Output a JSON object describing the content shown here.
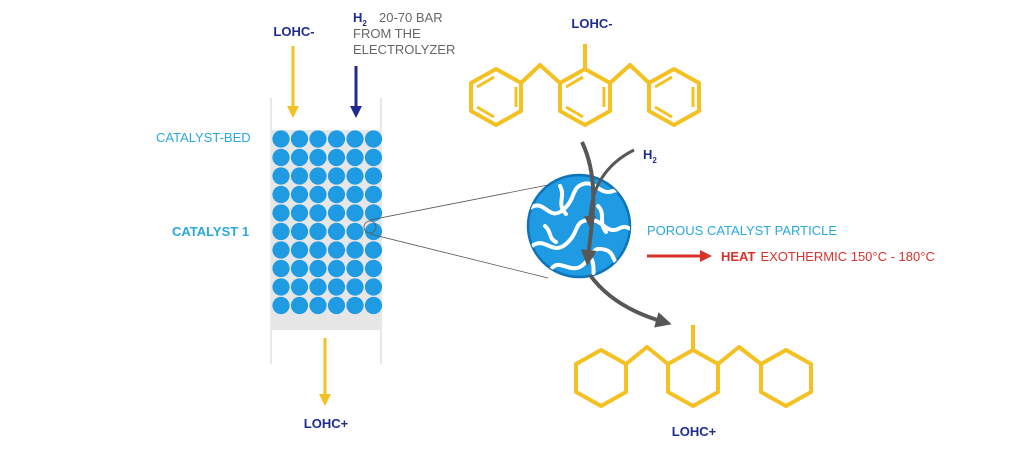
{
  "colors": {
    "yellow": "#F5C022",
    "navy": "#1F2C8F",
    "blue": "#1E9BE3",
    "blue_dark": "#0E73B8",
    "gray": "#575757",
    "light_gray": "#E6E6E6",
    "red": "#D9322B",
    "text_gray": "#666666",
    "cyan_text": "#29A8E0"
  },
  "reactor": {
    "inlet_lohc": "LOHC-",
    "h2_symbol": "H",
    "h2_subscript": "2",
    "h2_source_line1": "20-70 BAR",
    "h2_source_line2": "FROM THE",
    "h2_source_line3": "ELECTROLYZER",
    "catalyst_bed_label": "CATALYST-BED",
    "catalyst_label": "CATALYST 1",
    "outlet_lohc": "LOHC+",
    "catalyst_grid": {
      "rows": 10,
      "cols": 6
    }
  },
  "molecule": {
    "top_label": "LOHC-",
    "h2_symbol": "H",
    "h2_subscript": "2",
    "particle_label": "POROUS CATALYST PARTICLE",
    "heat_word": "HEAT",
    "heat_detail": "EXOTHERMIC 150°C - 180°C",
    "bottom_label": "LOHC+"
  },
  "icons": {
    "inlet_arrow": "yellow-down-arrow-icon",
    "h2_arrow": "navy-down-arrow-icon",
    "outlet_arrow": "yellow-down-arrow-icon",
    "heat_arrow": "red-right-arrow-icon",
    "flow_arrow": "gray-curved-arrow-icon"
  }
}
